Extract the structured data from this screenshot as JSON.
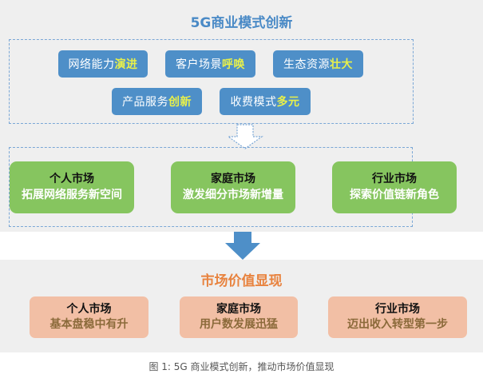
{
  "title": "5G商业模式创新",
  "innovations": [
    {
      "prefix": "网络能力",
      "highlight": "演进"
    },
    {
      "prefix": "客户场景",
      "highlight": "呼唤"
    },
    {
      "prefix": "生态资源",
      "highlight": "壮大"
    },
    {
      "prefix": "产品服务",
      "highlight": "创新"
    },
    {
      "prefix": "收费模式",
      "highlight": "多元"
    }
  ],
  "markets": [
    {
      "name": "个人市场",
      "desc": "拓展网络服务新空间"
    },
    {
      "name": "家庭市场",
      "desc": "激发细分市场新增量"
    },
    {
      "name": "行业市场",
      "desc": "探索价值链新角色"
    }
  ],
  "value_title": "市场价值显现",
  "values": [
    {
      "name": "个人市场",
      "desc": "基本盘稳中有升"
    },
    {
      "name": "家庭市场",
      "desc": "用户数发展迅猛"
    },
    {
      "name": "行业市场",
      "desc": "迈出收入转型第一步"
    }
  ],
  "caption": "图 1: 5G 商业模式创新，推动市场价值显现",
  "colors": {
    "title_blue": "#4a8ac6",
    "button_blue": "#4e8fc8",
    "highlight_yellow": "#e8f04a",
    "market_green": "#86c55f",
    "value_orange": "#e8833f",
    "value_peach": "#f2bfa5",
    "value_brown": "#8b6a3a"
  }
}
